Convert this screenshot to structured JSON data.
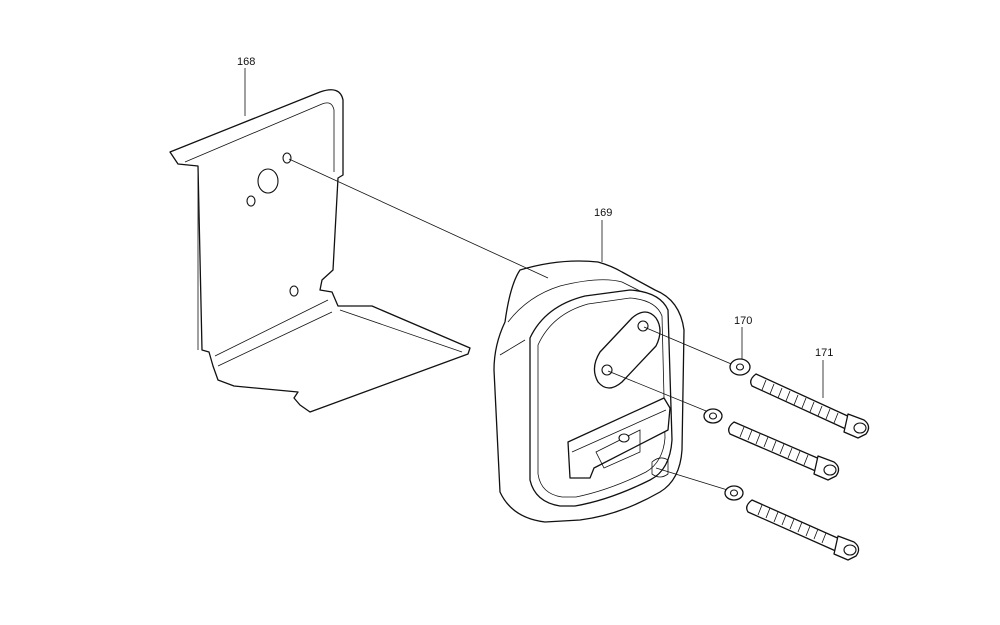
{
  "callouts": {
    "bracket": "168",
    "muffler": "169",
    "washer": "170",
    "screw": "171"
  }
}
